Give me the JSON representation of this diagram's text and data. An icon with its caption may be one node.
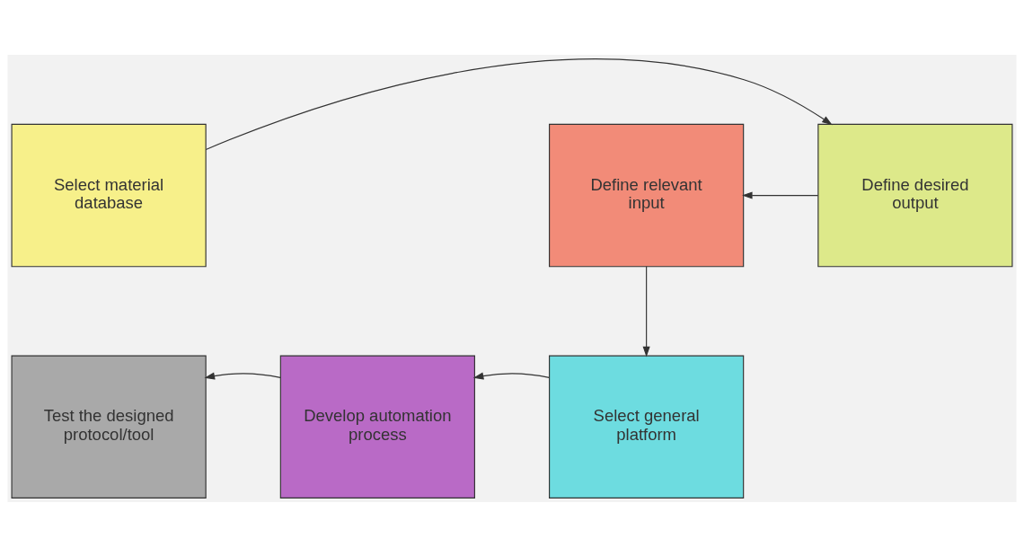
{
  "diagram": {
    "nodes": [
      {
        "text": [
          "Select material database"
        ]
      },
      {
        "text": [
          "Define desired output"
        ]
      },
      {
        "text": [
          "Define relevant input"
        ]
      },
      {
        "text": [
          "Select general platform"
        ]
      },
      {
        "text": [
          "Develop automation process"
        ]
      },
      {
        "text": [
          "Test the designed protocol/tool"
        ]
      }
    ],
    "edges": [
      {
        "from": 0,
        "to": 1,
        "arrow": "to"
      },
      {
        "from": 1,
        "to": 2,
        "arrow": "to"
      },
      {
        "from": 2,
        "to": 3,
        "arrow": "to"
      },
      {
        "from": 3,
        "to": 4,
        "arrow": "to"
      },
      {
        "from": 4,
        "to": 5,
        "arrow": "to"
      }
    ]
  }
}
